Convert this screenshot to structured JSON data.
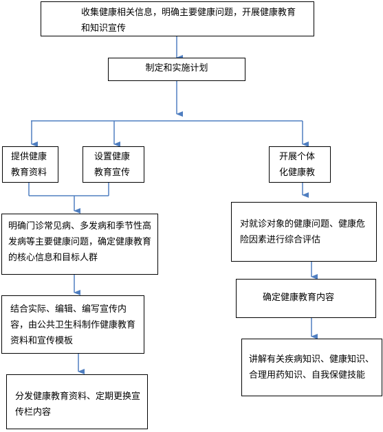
{
  "flowchart": {
    "top": "收集健康相关信息，明确主要健康问题，开展健康教育和知识宣传",
    "plan": "制定和实施计划",
    "left_a": "提供健康教育资料",
    "left_b": "设置健康教育宣传",
    "right_a": "开展个体化健康教",
    "left_step1": "明确门诊常见病、多发病和季节性高发病等主要健康问题，确定健康教育的核心信息和目标人群",
    "left_step2": "结合实际、编辑、编写宣传内容，由公共卫生科制作健康教育资料和宣传模板",
    "left_step3": "分发健康教育资料、定期更换宣传栏内容",
    "right_step1": "对就诊对象的健康问题、健康危险因素进行综合评估",
    "right_step2": "确定健康教育内容",
    "right_step3": "讲解有关疾病知识、健康知识、合理用药知识、自我保健技能"
  },
  "colors": {
    "arrow": "#4f7ec0",
    "border": "#000000"
  }
}
